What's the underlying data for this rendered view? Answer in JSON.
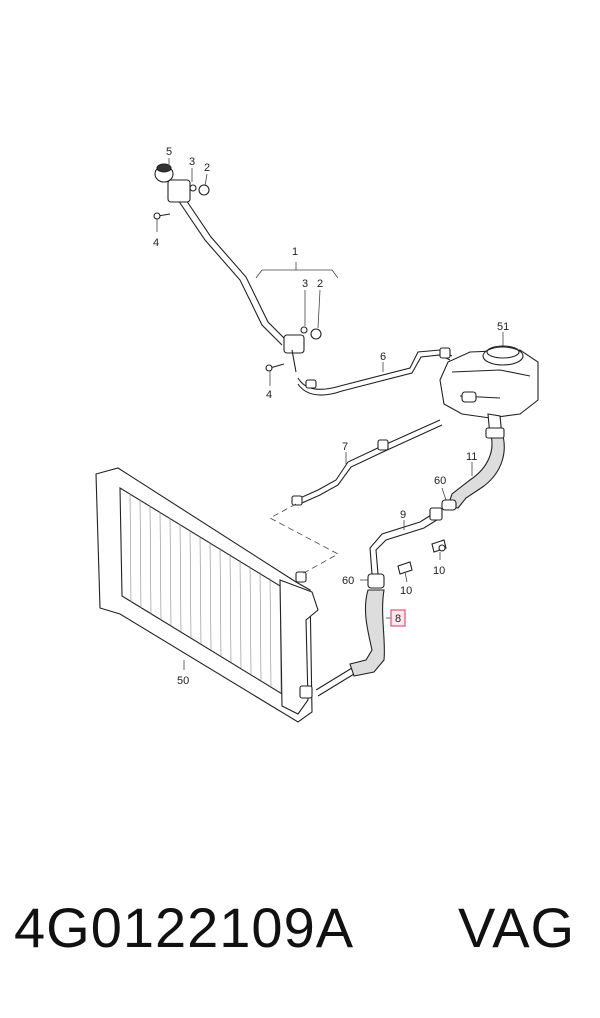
{
  "callouts": {
    "c1": "1",
    "c2a": "2",
    "c2b": "2",
    "c3a": "3",
    "c3b": "3",
    "c4a": "4",
    "c4b": "4",
    "c5": "5",
    "c6": "6",
    "c7": "7",
    "c8": "8",
    "c9": "9",
    "c10a": "10",
    "c10b": "10",
    "c11": "11",
    "c50": "50",
    "c51": "51",
    "c60a": "60",
    "c60b": "60"
  },
  "highlight_color": "#e0557a",
  "footer": {
    "part_number": "4G0122109A",
    "brand": "VAG"
  }
}
